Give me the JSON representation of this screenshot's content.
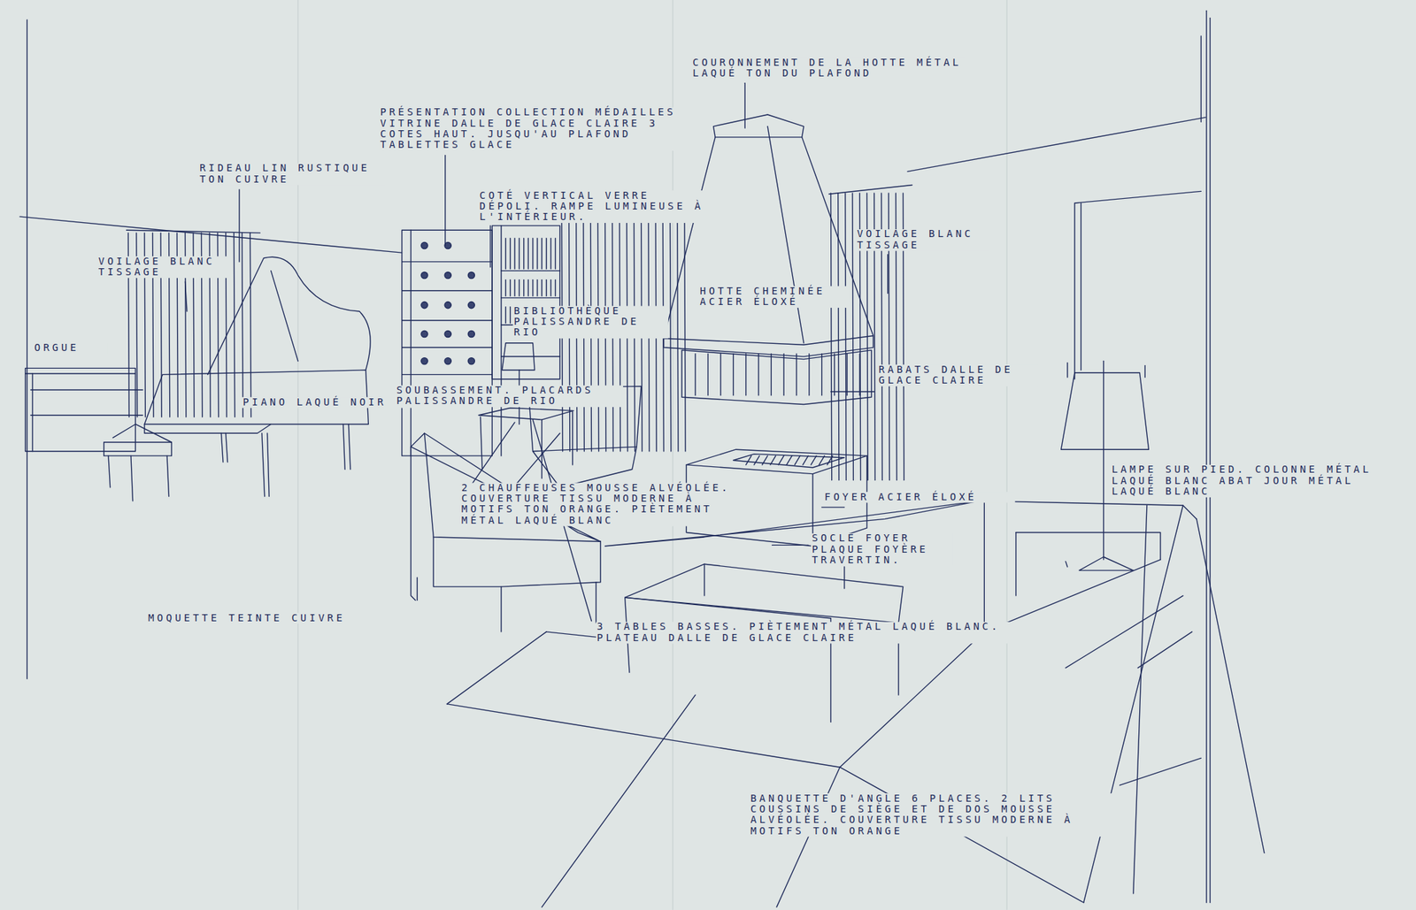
{
  "diagram": {
    "labels": [
      "COURONNEMENT DE LA HOTTE MÉTAL LAQUÉ TON DU PLAFOND",
      "PRÉSENTATION COLLECTION MÉDAILLES VITRINE DALLE DE GLACE CLAIRE 3 COTES HAUT. JUSQU'AU PLAFOND TABLETTES GLACE",
      "RIDEAU LIN RUSTIQUE TON CUIVRE",
      "COTÉ VERTICAL VERRE DÉPOLI. RAMPE LUMINEUSE À L'INTÉRIEUR.",
      "VOILAGE BLANC TISSAGE",
      "HOTTE CHEMINÉE ACIER ÉLOXÉ",
      "VOILAGE BLANC TISSAGE",
      "ORGUE",
      "BIBLIOTHÈQUE PALISSANDRE DE RIO",
      "PIANO LAQUÉ NOIR",
      "SOUBASSEMENT. PLACARDS PALISSANDRE DE RIO",
      "RABATS DALLE DE GLACE CLAIRE",
      "2 CHAUFFEUSES MOUSSE ALVÉOLÉE. COUVERTURE TISSU MODERNE À MOTIFS TON ORANGE. PIÈTEMENT MÉTAL LAQUÉ BLANC",
      "FOYER ACIER ÉLOXÉ",
      "SOCLE FOYER PLAQUE FOYÈRE TRAVERTIN.",
      "LAMPE SUR PIED. COLONNE MÉTAL LAQUÉ BLANC ABAT JOUR MÉTAL LAQUÉ BLANC",
      "MOQUETTE TEINTE CUIVRE",
      "3 TABLES BASSES. PIÈTEMENT MÉTAL LAQUÉ BLANC. PLATEAU DALLE DE GLACE CLAIRE",
      "BANQUETTE D'ANGLE 6 PLACES. 2 LITS COUSSINS DE SIÈGE ET DE DOS MOUSSE ALVÉOLÉE. COUVERTURE TISSU MODERNE À MOTIFS TON ORANGE"
    ]
  }
}
